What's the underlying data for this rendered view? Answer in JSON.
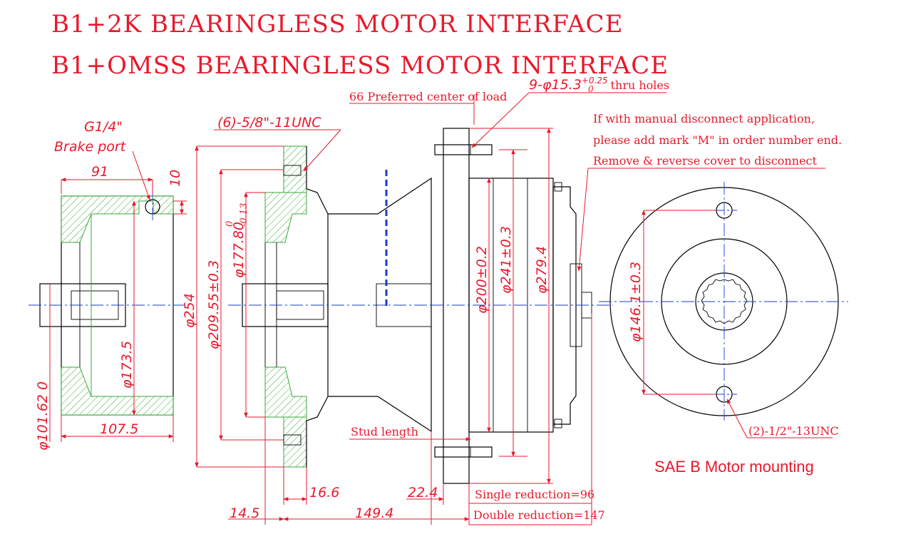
{
  "titles": {
    "line1": "B1+2K BEARINGLESS MOTOR INTERFACE",
    "line2": "B1+OMSS BEARINGLESS MOTOR INTERFACE"
  },
  "side_view": {
    "port_thread": "G1/4\"",
    "port_label": "Brake port",
    "dim_port_offset": "91",
    "dim_port_depth": "10",
    "dim_bore": "φ173.5",
    "dim_bore_left": "φ101.62 0",
    "dim_width": "107.5"
  },
  "flange_view": {
    "thread_callout": "(6)-5/8\"-11UNC",
    "dim_outer": "φ254",
    "dim_bolt_circle": "φ209.55±0.3",
    "dim_pilot": "φ177.80",
    "dim_pilot_tol_upper": "0",
    "dim_pilot_tol_lower": "-0.13",
    "dim_flange_thk": "16.6",
    "dim_offset": "14.5"
  },
  "motor_view": {
    "load_center": "66 Preferred center of load",
    "holes_prefix": "9-φ15.3",
    "holes_tol_upper": "+0.25",
    "holes_tol_lower": "0",
    "holes_suffix": "thru holes",
    "dim_pilot": "φ200±0.2",
    "dim_bolt_circle": "φ241±0.3",
    "dim_outer": "φ279.4",
    "stud_label": "Stud length",
    "dim_stud": "22.4",
    "dim_length": "149.4",
    "single_reduction": "Single reduction=96",
    "double_reduction": "Double reduction=147"
  },
  "notes": {
    "line1": "If with manual disconnect application,",
    "line2": "please add mark \"M\" in order number end.",
    "line3": "Remove & reverse cover to disconnect"
  },
  "sae_view": {
    "dim_pilot": "φ146.1±0.3",
    "thread_callout": "(2)-1/2\"-13UNC",
    "caption": "SAE B Motor mounting"
  }
}
